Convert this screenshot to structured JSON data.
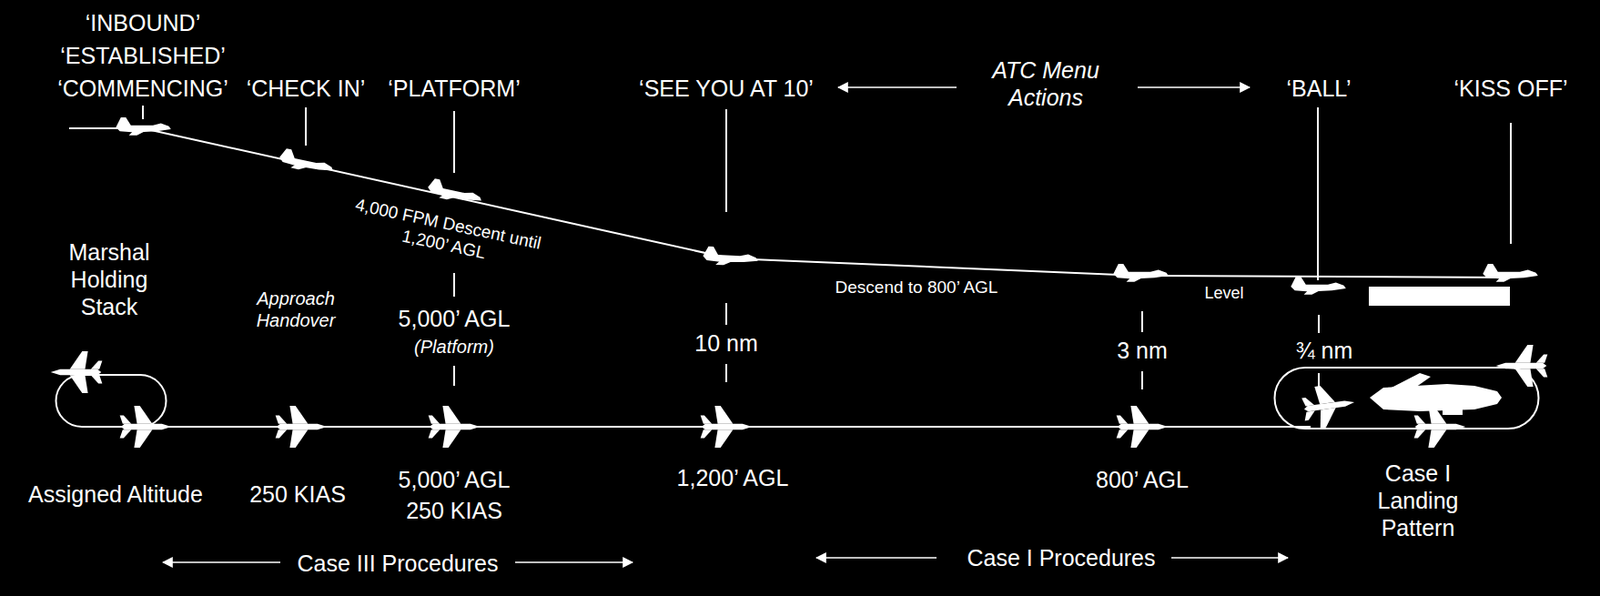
{
  "diagram": {
    "labels": [
      "‘INBOUND’",
      "‘ESTABLISHED’",
      "‘COMMENCING’",
      "‘CHECK IN’",
      "‘PLATFORM’",
      "‘SEE YOU AT 10’",
      "ATC Menu Actions",
      "‘BALL’",
      "‘KISS OFF’",
      "4,000 FPM Descent until 1,200’ AGL",
      "Marshal Holding Stack",
      "Approach Handover",
      "5,000’ AGL",
      "(Platform)",
      "Descend to 800’ AGL",
      "Level",
      "10 nm",
      "3 nm",
      "¾ nm",
      "Assigned Altitude",
      "250 KIAS",
      "5,000’ AGL",
      "250 KIAS",
      "1,200’ AGL",
      "800’ AGL",
      "Case I Landing Pattern",
      "Case III Procedures",
      "Case I Procedures"
    ]
  }
}
